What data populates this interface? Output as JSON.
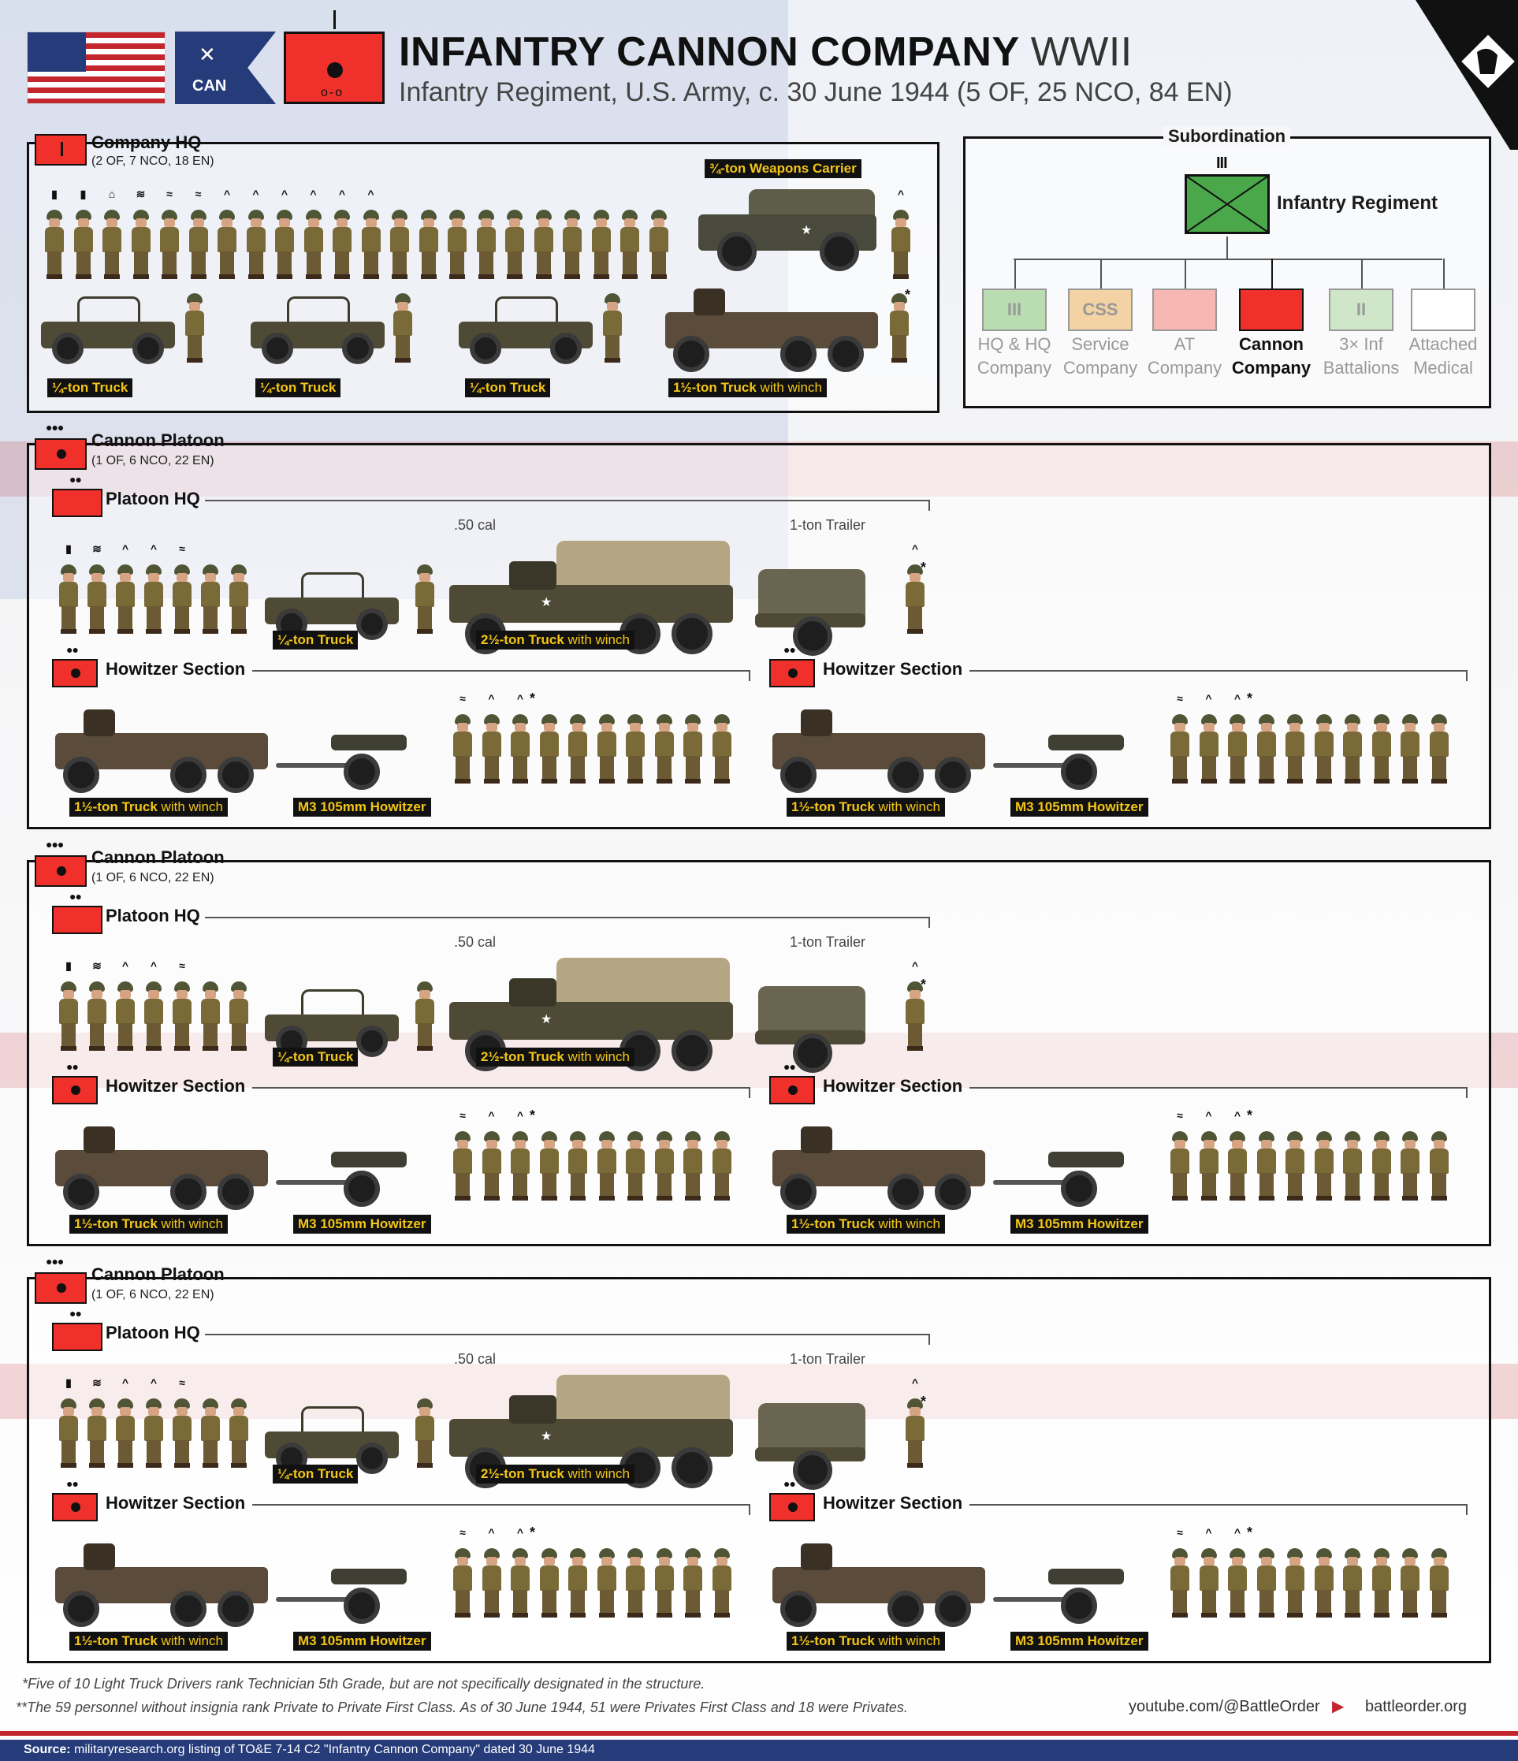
{
  "header": {
    "title": "INFANTRY CANNON COMPANY",
    "title_suffix": "WWII",
    "subtitle": "Infantry Regiment, U.S. Army, c. 30 June 1944 (5 OF, 25 NCO, 84 EN)",
    "guidon_text": "CAN"
  },
  "company_hq": {
    "title": "Company HQ",
    "strength": "(2 OF, 7 NCO, 18 EN)",
    "weapons_carrier_label": "¾-ton Weapons Carrier",
    "truck_labels": [
      "¼-ton Truck",
      "¼-ton Truck",
      "¼-ton Truck"
    ],
    "winch_truck_bold": "1½-ton Truck",
    "winch_truck_rest": " with winch"
  },
  "subordination": {
    "title": "Subordination",
    "parent": "Infantry Regiment",
    "echelon": "III",
    "units": [
      {
        "line1": "HQ & HQ",
        "line2": "Company",
        "sym_text": "III",
        "color": "#b9dcb1",
        "active": false
      },
      {
        "line1": "Service",
        "line2": "Company",
        "sym_text": "CSS",
        "color": "#f3d2a3",
        "active": false
      },
      {
        "line1": "AT",
        "line2": "Company",
        "sym_text": "",
        "color": "#f7b7b3",
        "active": false
      },
      {
        "line1": "Cannon",
        "line2": "Company",
        "sym_text": "",
        "color": "#f0302a",
        "active": true
      },
      {
        "line1": "3× Inf",
        "line2": "Battalions",
        "sym_text": "II",
        "color": "#cfe6c9",
        "active": false
      },
      {
        "line1": "Attached",
        "line2": "Medical",
        "sym_text": "",
        "color": "#ffffff",
        "active": false
      }
    ]
  },
  "platoons": [
    {
      "title": "Cannon Platoon",
      "strength": "(1 OF, 6 NCO, 22 EN)",
      "hq_title": "Platoon HQ",
      "cal_note": ".50 cal",
      "trailer_note": "1-ton Trailer",
      "jeep_label": "¼-ton Truck",
      "truck_bold": "2½-ton Truck",
      "truck_rest": " with winch",
      "sections": [
        {
          "title": "Howitzer Section",
          "truck_bold": "1½-ton Truck",
          "truck_rest": " with winch",
          "gun_label": "M3 105mm Howitzer"
        },
        {
          "title": "Howitzer Section",
          "truck_bold": "1½-ton Truck",
          "truck_rest": " with winch",
          "gun_label": "M3 105mm Howitzer"
        }
      ]
    },
    {
      "title": "Cannon Platoon",
      "strength": "(1 OF, 6 NCO, 22 EN)",
      "hq_title": "Platoon HQ",
      "cal_note": ".50 cal",
      "trailer_note": "1-ton Trailer",
      "jeep_label": "¼-ton Truck",
      "truck_bold": "2½-ton Truck",
      "truck_rest": " with winch",
      "sections": [
        {
          "title": "Howitzer Section",
          "truck_bold": "1½-ton Truck",
          "truck_rest": " with winch",
          "gun_label": "M3 105mm Howitzer"
        },
        {
          "title": "Howitzer Section",
          "truck_bold": "1½-ton Truck",
          "truck_rest": " with winch",
          "gun_label": "M3 105mm Howitzer"
        }
      ]
    },
    {
      "title": "Cannon Platoon",
      "strength": "(1 OF, 6 NCO, 22 EN)",
      "hq_title": "Platoon HQ",
      "cal_note": ".50 cal",
      "trailer_note": "1-ton Trailer",
      "jeep_label": "¼-ton Truck",
      "truck_bold": "2½-ton Truck",
      "truck_rest": " with winch",
      "sections": [
        {
          "title": "Howitzer Section",
          "truck_bold": "1½-ton Truck",
          "truck_rest": " with winch",
          "gun_label": "M3 105mm Howitzer"
        },
        {
          "title": "Howitzer Section",
          "truck_bold": "1½-ton Truck",
          "truck_rest": " with winch",
          "gun_label": "M3 105mm Howitzer"
        }
      ]
    }
  ],
  "footnotes": {
    "note1": "*Five of 10 Light Truck Drivers rank Technician 5th Grade, but are not specifically designated in the structure.",
    "note2": "**The 59 personnel without insignia rank Private to Private First Class. As of 30 June 1944, 51 were Privates First Class and 18 were Privates.",
    "youtube": "youtube.com/@BattleOrder",
    "site": "battleorder.org",
    "source_label": "Source:",
    "source_text": " militaryresearch.org listing of TO&E 7-14 C2 \"Infantry Cannon Company\" dated 30 June 1944"
  },
  "colors": {
    "accent_red": "#f0302a",
    "navy": "#253b7a",
    "label_yellow": "#f3c617",
    "infantry_green": "#4aa84a"
  }
}
